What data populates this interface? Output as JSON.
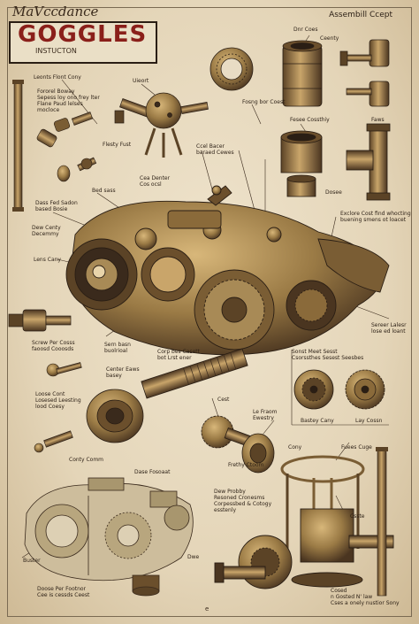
{
  "header": {
    "brand": "MaVccdance",
    "title": "GOGGLES",
    "subtitle": "INSTUCTON",
    "corner_label": "Assembill Ccept"
  },
  "labels": {
    "leonts": "Leonts Flont Cony",
    "fororel": "Fororel Boway\nSepess loy ono frey lter\nFlane Paud lelses\nmocloce",
    "uieort": "Uieort",
    "dnr_coes": "Dnr Coes",
    "ceenty": "Ceenty",
    "fosng": "Fosng bor Coest",
    "flesty": "Flesty Fust",
    "fesee": "Fesee Cossthiy",
    "faws": "Faws",
    "ccel_bacer": "Ccel Bacer\nbaraed Cewes",
    "cea_denter": "Cea Denter\nCos ocsl",
    "bed_sass": "Bed sass",
    "dass_fed": "Dass Fed Sadon\nbased Bosie",
    "dew_centy": "Dew Centy\nDecemmy",
    "dosee": "Dosee",
    "exclore": "Exclore Cost find whocting\nbuening smens ot loacet",
    "lens_cany": "Lens Cany",
    "sereer": "Sereer Lalesr\nlose ed loant",
    "screw_gosa": "Screw Per Cosss\nfaoosd Cooosds",
    "sern_basn": "Sern basn\nbuolrioal",
    "corp_bes": "Corp bes Casett\nbot Lrst ener",
    "sonst_meet": "Sonst Meet Sesst\nCsorssthes Sesest Seesbes",
    "center_eaws": "Center Eaws\nbasey",
    "loose_cont": "Loose Cont\nLosesed Leesting\nlood Coesy",
    "bastey_cany": "Bastey Cany",
    "lay_cossn": "Lay Cossn",
    "cest_center": "Cest",
    "le_fraom": "Le Fraom\nEwestry",
    "cony": "Cony",
    "conty_conn": "Conty Comm",
    "frethy_coom": "Frethy Ctoom",
    "fuees_cuge": "Fuees Cuge",
    "dase_fosoaat": "Dase Fosoaat",
    "dew_probby": "Dew Probby\nResoned Cronesms\nCorpessbed & Cotogy\nesstenly",
    "buster": "Buster",
    "dwe": "Dwe",
    "doose_per": "Doose Per Footnor\nCee is cessds Ceest",
    "gosed": "Cosed\nn Gosted N' law\nCses a onely nustior Sony",
    "csste": "Csste"
  },
  "footer": {
    "page_mark": "e"
  },
  "colors": {
    "paper": "#e8dcc4",
    "ink": "#2a1e14",
    "title_red": "#8a1f1a",
    "brass": "#9a7a45",
    "brass_dark": "#5b4326",
    "brass_light": "#c9a56a"
  }
}
